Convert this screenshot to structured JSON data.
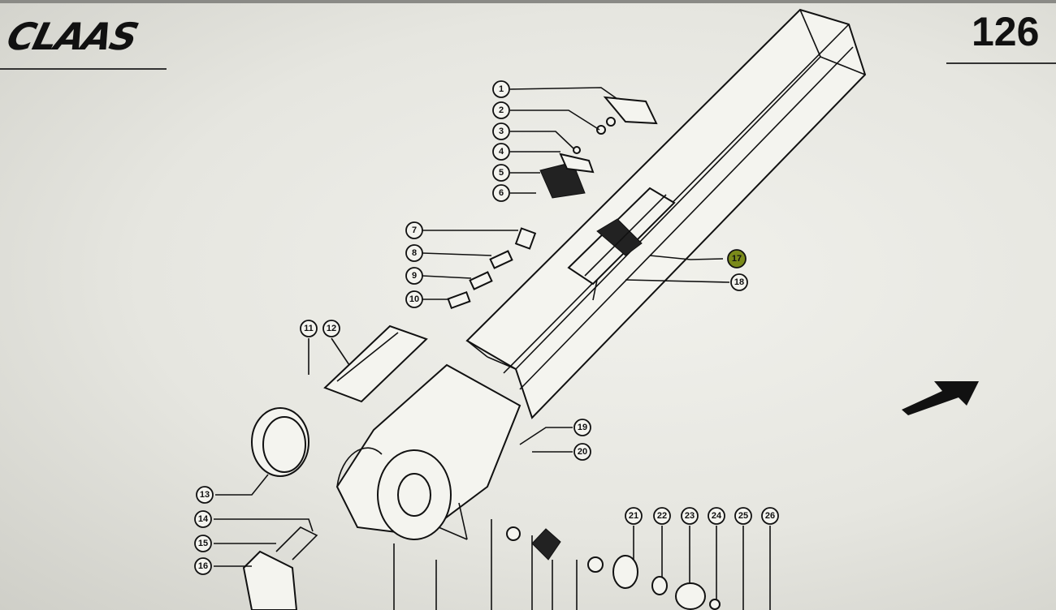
{
  "header": {
    "brand": "CLAAS",
    "page_number": "126"
  },
  "callouts": [
    {
      "id": "c1",
      "label": "1"
    },
    {
      "id": "c2",
      "label": "2"
    },
    {
      "id": "c3",
      "label": "3"
    },
    {
      "id": "c4",
      "label": "4"
    },
    {
      "id": "c5",
      "label": "5"
    },
    {
      "id": "c6",
      "label": "6"
    },
    {
      "id": "c7",
      "label": "7"
    },
    {
      "id": "c8",
      "label": "8"
    },
    {
      "id": "c9",
      "label": "9"
    },
    {
      "id": "c10",
      "label": "10"
    },
    {
      "id": "c11",
      "label": "11"
    },
    {
      "id": "c12",
      "label": "12"
    },
    {
      "id": "c13",
      "label": "13"
    },
    {
      "id": "c14",
      "label": "14"
    },
    {
      "id": "c15",
      "label": "15"
    },
    {
      "id": "c16",
      "label": "16"
    },
    {
      "id": "c17",
      "label": "17"
    },
    {
      "id": "c18",
      "label": "18"
    },
    {
      "id": "c19",
      "label": "19"
    },
    {
      "id": "c20",
      "label": "20"
    },
    {
      "id": "c21",
      "label": "21"
    },
    {
      "id": "c22",
      "label": "22"
    },
    {
      "id": "c23",
      "label": "23"
    },
    {
      "id": "c24",
      "label": "24"
    },
    {
      "id": "c25",
      "label": "25"
    },
    {
      "id": "c26",
      "label": "26"
    }
  ],
  "highlight_color": "#7a8a1a",
  "direction_icon": "arrow-up-right-icon"
}
